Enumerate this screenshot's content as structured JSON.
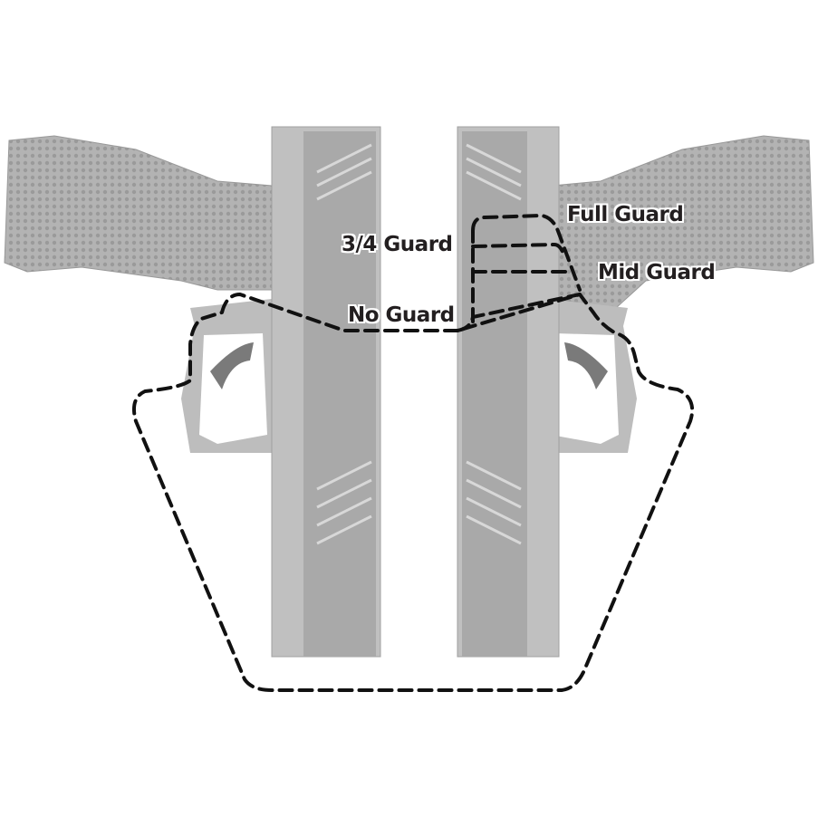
{
  "labels": {
    "full_guard": "Full Guard",
    "three_quarter_guard": "3/4 Guard",
    "mid_guard": "Mid Guard",
    "no_guard": "No Guard"
  },
  "colors": {
    "outline": "#111111",
    "pistol": "#b8b8b8",
    "pistol_dark": "#8f8f8f",
    "label_text": "#231f20"
  }
}
